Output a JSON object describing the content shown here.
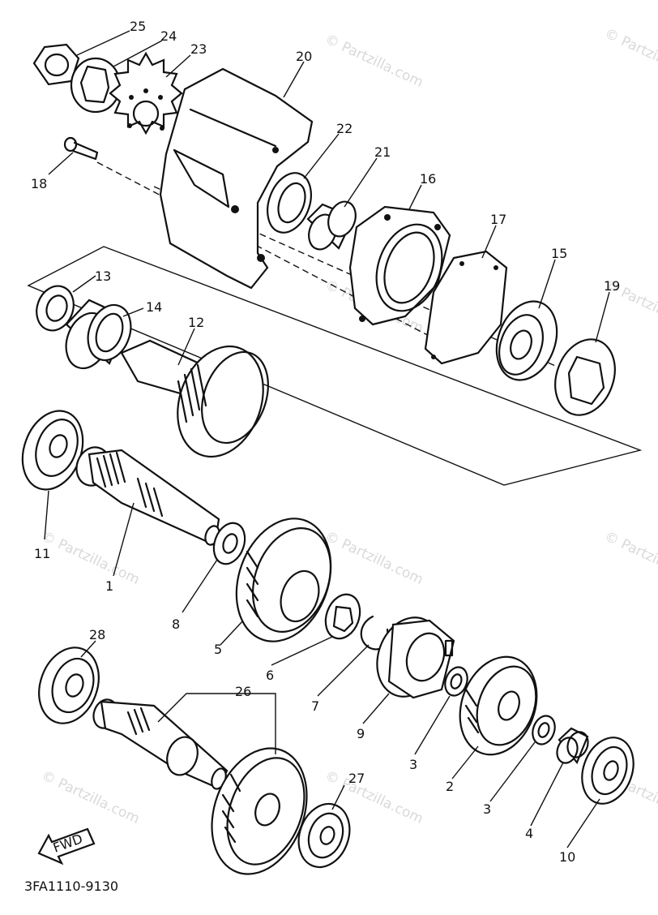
{
  "diagram": {
    "part_labels": [
      "25",
      "24",
      "23",
      "20",
      "22",
      "21",
      "16",
      "17",
      "15",
      "19",
      "18",
      "13",
      "14",
      "12",
      "11",
      "1",
      "8",
      "5",
      "6",
      "7",
      "9",
      "3",
      "2",
      "3",
      "4",
      "10",
      "28",
      "26",
      "27"
    ],
    "drawing_code": "3FA1110-9130",
    "direction_label": "FWD",
    "watermark": "© Partzilla.com"
  }
}
